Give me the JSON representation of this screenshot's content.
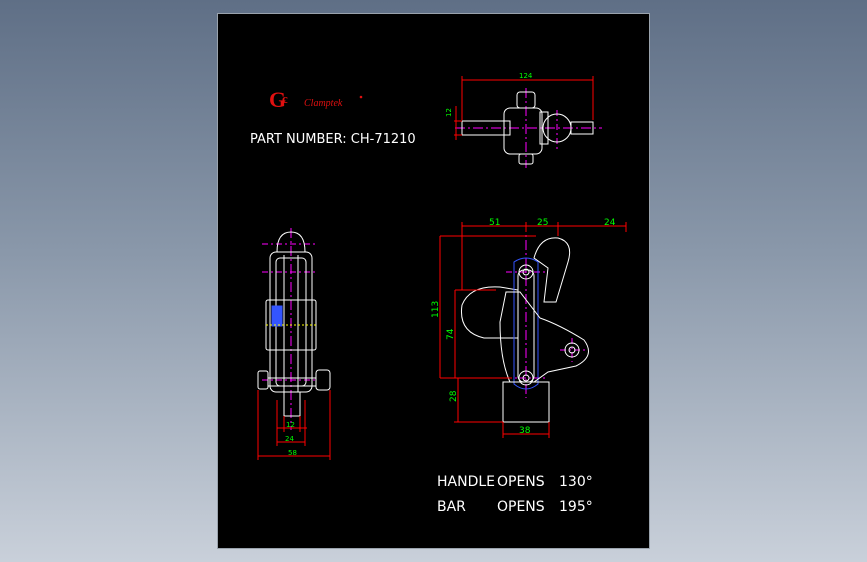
{
  "title_block": {
    "brand": "Clamptek",
    "part_number": "PART NUMBER: CH-71210"
  },
  "notes": {
    "handle_label": "HANDLE",
    "handle_opens": "OPENS",
    "handle_angle": "130°",
    "bar_label": "BAR",
    "bar_opens": "OPENS",
    "bar_angle": "195°"
  },
  "dimensions": {
    "top_width": "124",
    "top_offset": "12",
    "side_51": "51",
    "side_25": "25",
    "side_24": "24",
    "side_113": "113",
    "side_74": "74",
    "side_28": "28",
    "side_38": "38",
    "front_12": "12",
    "front_24": "24",
    "front_58": "58"
  },
  "colors": {
    "background": "#000000",
    "outline": "#ffffff",
    "dimension": "#00ff00",
    "centerline": "#ff00ff",
    "dim_line": "#ff0000",
    "logo": "#e01010",
    "hidden": "#3355ff",
    "hatch": "#ffff00"
  }
}
